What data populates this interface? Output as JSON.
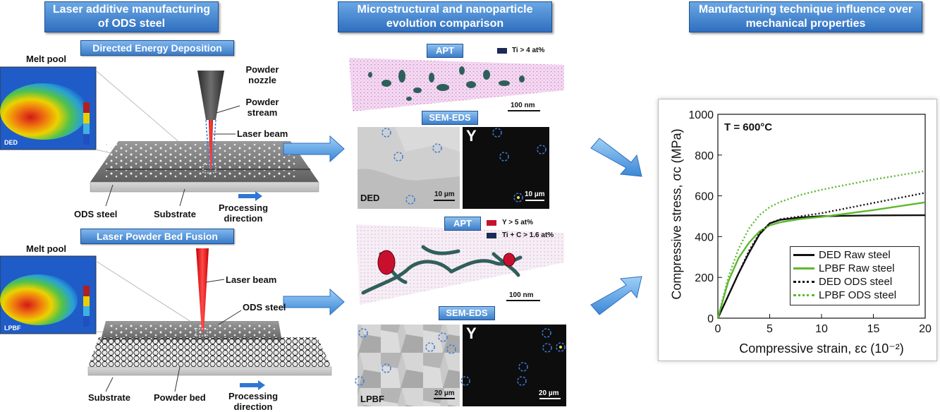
{
  "headers": {
    "col1": "Laser additive manufacturing of ODS steel",
    "col2": "Microstructural and  nanoparticle evolution comparison",
    "col3": "Manufacturing technique influence over mechanical properties"
  },
  "ded": {
    "title": "Directed Energy Deposition",
    "melt_pool": "Melt pool",
    "inset_tag": "DED",
    "powder_nozzle": "Powder nozzle",
    "powder_stream": "Powder stream",
    "laser_beam": "Laser beam",
    "ods_steel": "ODS steel",
    "substrate": "Substrate",
    "processing": "Processing direction"
  },
  "lpbf": {
    "title": "Laser Powder Bed Fusion",
    "melt_pool": "Melt pool",
    "inset_tag": "LPBF",
    "laser_beam": "Laser beam",
    "ods_steel": "ODS steel",
    "substrate": "Substrate",
    "powder_bed": "Powder bed",
    "processing": "Processing direction"
  },
  "micro": {
    "apt1": "APT",
    "apt1_legend": "Ti > 4 at%",
    "apt1_scale": "100 nm",
    "semeds1": "SEM-EDS",
    "ded_tag": "DED",
    "scale_10": "10 µm",
    "y_tag": "Y",
    "apt2": "APT",
    "apt2_legend1": "Y > 5 at%",
    "apt2_legend2": "Ti + C > 1.6 at%",
    "apt2_scale": "100 nm",
    "semeds2": "SEM-EDS",
    "lpbf_tag": "LPBF",
    "scale_20": "20 µm",
    "colors": {
      "ti": "#2f5f5a",
      "y": "#c8102e",
      "apt_bg": "#e7a6e0"
    }
  },
  "chart_data": {
    "type": "line",
    "annotation": "T = 600°C",
    "xlabel": "Compressive strain, εc (10⁻²)",
    "ylabel": "Compressive stress, σc (MPa)",
    "xlim": [
      0,
      20
    ],
    "ylim": [
      0,
      1000
    ],
    "xticks": [
      "0",
      "5",
      "10",
      "15",
      "20"
    ],
    "yticks": [
      "0",
      "200",
      "400",
      "600",
      "800",
      "1000"
    ],
    "legend_position": "bottom-right",
    "series": [
      {
        "name": "DED Raw steel",
        "color": "#111111",
        "dash": "solid",
        "x": [
          0,
          1,
          2,
          3,
          4,
          5,
          6,
          8,
          10,
          12,
          15,
          20
        ],
        "y": [
          0,
          110,
          220,
          320,
          410,
          465,
          482,
          494,
          500,
          502,
          504,
          505
        ]
      },
      {
        "name": "LPBF Raw steel",
        "color": "#5cb82e",
        "dash": "solid",
        "x": [
          0,
          1,
          2,
          3,
          4,
          5,
          6,
          8,
          10,
          12,
          15,
          20
        ],
        "y": [
          0,
          180,
          295,
          370,
          425,
          455,
          470,
          487,
          497,
          510,
          530,
          568
        ]
      },
      {
        "name": "DED ODS  steel",
        "color": "#111111",
        "dash": "dotted",
        "x": [
          0,
          1,
          2,
          3,
          4,
          5,
          6,
          8,
          10,
          12,
          15,
          20
        ],
        "y": [
          0,
          110,
          220,
          330,
          415,
          465,
          485,
          500,
          515,
          535,
          565,
          615
        ]
      },
      {
        "name": "LPBF ODS steel",
        "color": "#5cb82e",
        "dash": "dotted",
        "x": [
          0,
          1,
          2,
          3,
          4,
          5,
          6,
          8,
          10,
          12,
          15,
          20
        ],
        "y": [
          0,
          200,
          340,
          440,
          505,
          545,
          570,
          605,
          630,
          650,
          680,
          722
        ]
      }
    ]
  }
}
